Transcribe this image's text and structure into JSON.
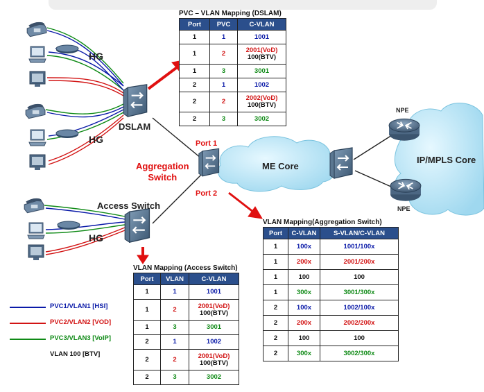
{
  "colors": {
    "blue": "#0a1aa8",
    "red": "#d21414",
    "green": "#0f8a16",
    "header": "#2b4f8c",
    "cloud": "#bfe8f6"
  },
  "labels": {
    "hg1": "HG",
    "hg2": "HG",
    "hg3": "HG",
    "dslam": "DSLAM",
    "aggregation_switch": "Aggregation\nSwitch",
    "port1": "Port 1",
    "port2": "Port 2",
    "access_switch": "Access Switch",
    "me_core": "ME Core",
    "ip_mpls_core": "IP/MPLS Core",
    "npe_top": "NPE",
    "npe_bottom": "NPE"
  },
  "tables": {
    "dslam": {
      "title": "PVC – VLAN Mapping (DSLAM)",
      "headers": [
        "Port",
        "PVC",
        "C-VLAN"
      ],
      "rows": [
        [
          {
            "t": "1",
            "c": "black"
          },
          {
            "t": "1",
            "c": "blue"
          },
          {
            "t": "1001",
            "c": "blue"
          }
        ],
        [
          {
            "t": "1",
            "c": "black"
          },
          {
            "t": "2",
            "c": "red"
          },
          {
            "t": "2001(VoD)",
            "c": "red",
            "t2": "100(BTV)"
          }
        ],
        [
          {
            "t": "1",
            "c": "black"
          },
          {
            "t": "3",
            "c": "green"
          },
          {
            "t": "3001",
            "c": "green"
          }
        ],
        [
          {
            "t": "2",
            "c": "black"
          },
          {
            "t": "1",
            "c": "blue"
          },
          {
            "t": "1002",
            "c": "blue"
          }
        ],
        [
          {
            "t": "2",
            "c": "black"
          },
          {
            "t": "2",
            "c": "red"
          },
          {
            "t": "2002(VoD)",
            "c": "red",
            "t2": "100(BTV)"
          }
        ],
        [
          {
            "t": "2",
            "c": "black"
          },
          {
            "t": "3",
            "c": "green"
          },
          {
            "t": "3002",
            "c": "green"
          }
        ]
      ]
    },
    "aggregation": {
      "title": "VLAN Mapping(Aggregation Switch)",
      "headers": [
        "Port",
        "C-VLAN",
        "S-VLAN/C-VLAN"
      ],
      "rows": [
        [
          {
            "t": "1",
            "c": "black"
          },
          {
            "t": "100x",
            "c": "blue"
          },
          {
            "t": "1001/100x",
            "c": "blue"
          }
        ],
        [
          {
            "t": "1",
            "c": "black"
          },
          {
            "t": "200x",
            "c": "red"
          },
          {
            "t": "2001/200x",
            "c": "red"
          }
        ],
        [
          {
            "t": "1",
            "c": "black"
          },
          {
            "t": "100",
            "c": "black"
          },
          {
            "t": "100",
            "c": "black"
          }
        ],
        [
          {
            "t": "1",
            "c": "black"
          },
          {
            "t": "300x",
            "c": "green"
          },
          {
            "t": "3001/300x",
            "c": "green"
          }
        ],
        [
          {
            "t": "2",
            "c": "black"
          },
          {
            "t": "100x",
            "c": "blue"
          },
          {
            "t": "1002/100x",
            "c": "blue"
          }
        ],
        [
          {
            "t": "2",
            "c": "black"
          },
          {
            "t": "200x",
            "c": "red"
          },
          {
            "t": "2002/200x",
            "c": "red"
          }
        ],
        [
          {
            "t": "2",
            "c": "black"
          },
          {
            "t": "100",
            "c": "black"
          },
          {
            "t": "100",
            "c": "black"
          }
        ],
        [
          {
            "t": "2",
            "c": "black"
          },
          {
            "t": "300x",
            "c": "green"
          },
          {
            "t": "3002/300x",
            "c": "green"
          }
        ]
      ]
    },
    "access": {
      "title": "VLAN Mapping (Access Switch)",
      "headers": [
        "Port",
        "VLAN",
        "C-VLAN"
      ],
      "rows": [
        [
          {
            "t": "1",
            "c": "black"
          },
          {
            "t": "1",
            "c": "blue"
          },
          {
            "t": "1001",
            "c": "blue"
          }
        ],
        [
          {
            "t": "1",
            "c": "black"
          },
          {
            "t": "2",
            "c": "red"
          },
          {
            "t": "2001(VoD)",
            "c": "red",
            "t2": "100(BTV)"
          }
        ],
        [
          {
            "t": "1",
            "c": "black"
          },
          {
            "t": "3",
            "c": "green"
          },
          {
            "t": "3001",
            "c": "green"
          }
        ],
        [
          {
            "t": "2",
            "c": "black"
          },
          {
            "t": "1",
            "c": "blue"
          },
          {
            "t": "1002",
            "c": "blue"
          }
        ],
        [
          {
            "t": "2",
            "c": "black"
          },
          {
            "t": "2",
            "c": "red"
          },
          {
            "t": "2001(VoD)",
            "c": "red",
            "t2": "100(BTV)"
          }
        ],
        [
          {
            "t": "2",
            "c": "black"
          },
          {
            "t": "3",
            "c": "green"
          },
          {
            "t": "3002",
            "c": "green"
          }
        ]
      ]
    }
  },
  "legend": [
    {
      "text": "PVC1/VLAN1 [HSI]",
      "color": "blue"
    },
    {
      "text": "PVC2/VLAN2 [VOD]",
      "color": "red"
    },
    {
      "text": "PVC3/VLAN3 [VoIP]",
      "color": "green"
    },
    {
      "text": "VLAN 100 [BTV]",
      "color": "black"
    }
  ],
  "icons": [
    "phone-icon",
    "pc-icon",
    "tv-icon",
    "home-gateway-icon",
    "dslam-switch-icon",
    "aggregation-switch-icon",
    "access-switch-icon",
    "me-core-cloud-icon",
    "ip-mpls-cloud-icon",
    "npe-router-icon",
    "red-arrow-icon"
  ]
}
